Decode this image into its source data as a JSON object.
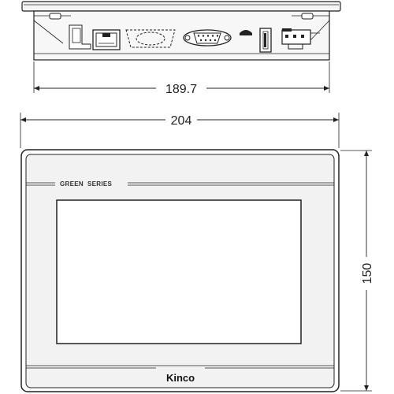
{
  "dimensions": {
    "rear_width": "189.7",
    "front_width": "204",
    "front_height": "150"
  },
  "front_panel": {
    "series_label": "GREEN  SERIES",
    "brand": "Kinco"
  },
  "colors": {
    "line": "#222222",
    "bezel_fill": "#f2f2f2",
    "screen_fill": "#ffffff"
  }
}
